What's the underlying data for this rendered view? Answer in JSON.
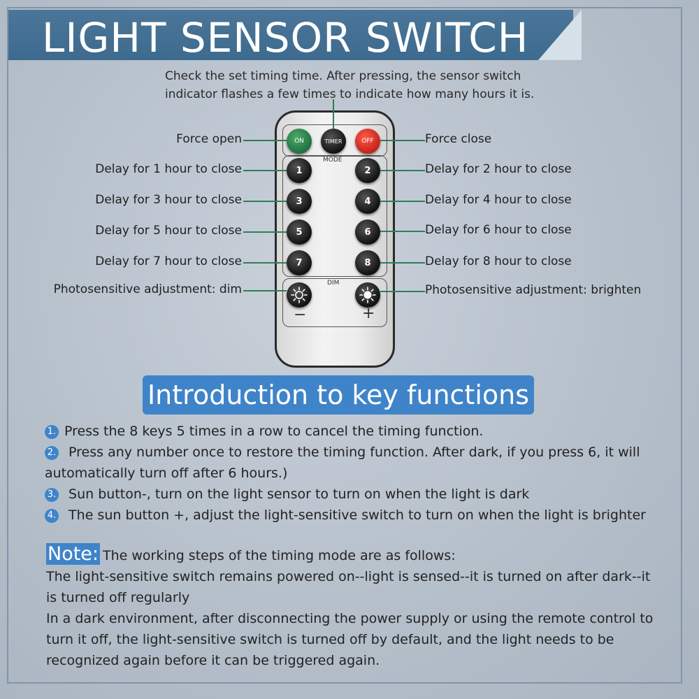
{
  "title": "LIGHT SENSOR SWITCH",
  "timer_note": "Check the set timing time. After pressing, the sensor switch indicator flashes a few times to indicate how many hours it is.",
  "labels_left": {
    "force_open": "Force open",
    "delay1": "Delay for 1 hour to close",
    "delay3": "Delay for 3 hour to close",
    "delay5": "Delay for 5 hour to close",
    "delay7": "Delay for 7 hour to close",
    "dim": "Photosensitive adjustment: dim"
  },
  "labels_right": {
    "force_close": "Force close",
    "delay2": "Delay for 2 hour to close",
    "delay4": "Delay for 4 hour to close",
    "delay6": "Delay for 6 hour to close",
    "delay8": "Delay for 8 hour to close",
    "brighten": "Photosensitive adjustment: brighten"
  },
  "remote": {
    "on": "ON",
    "timer": "TIMER",
    "off": "OFF",
    "mode": "MODE",
    "dim": "DIM",
    "minus": "−",
    "plus": "+",
    "keys": [
      "1",
      "2",
      "3",
      "4",
      "5",
      "6",
      "7",
      "8"
    ]
  },
  "section_title": "Introduction to key functions",
  "items": [
    {
      "num": "1.",
      "text": "Press the 8 keys 5 times in a row to cancel the timing function."
    },
    {
      "num": "2.",
      "text": " Press any number once to restore the timing function. After dark, if you press 6, it will automatically turn off after 6 hours.)"
    },
    {
      "num": "3.",
      "text": " Sun button-, turn on the light sensor to turn on when the light is dark"
    },
    {
      "num": "4.",
      "text": " The sun button +, adjust the light-sensitive switch to turn on when the light is brighter"
    }
  ],
  "note": {
    "label": "Note:",
    "intro": "The working steps of the timing mode are as follows:",
    "line1": "The light-sensitive switch remains powered on--light is sensed--it is turned on after dark--it is turned off regularly",
    "line2": "In a dark environment, after disconnecting the power supply or using the remote control to turn it off, the light-sensitive switch is turned off by default, and the light needs to be recognized again before it can be triggered again."
  },
  "colors": {
    "accent": "#3f84c9",
    "title_bar": "#4b7699",
    "line": "#2f7d5a",
    "on_button": "#1d6d3d",
    "off_button": "#c01f16"
  }
}
